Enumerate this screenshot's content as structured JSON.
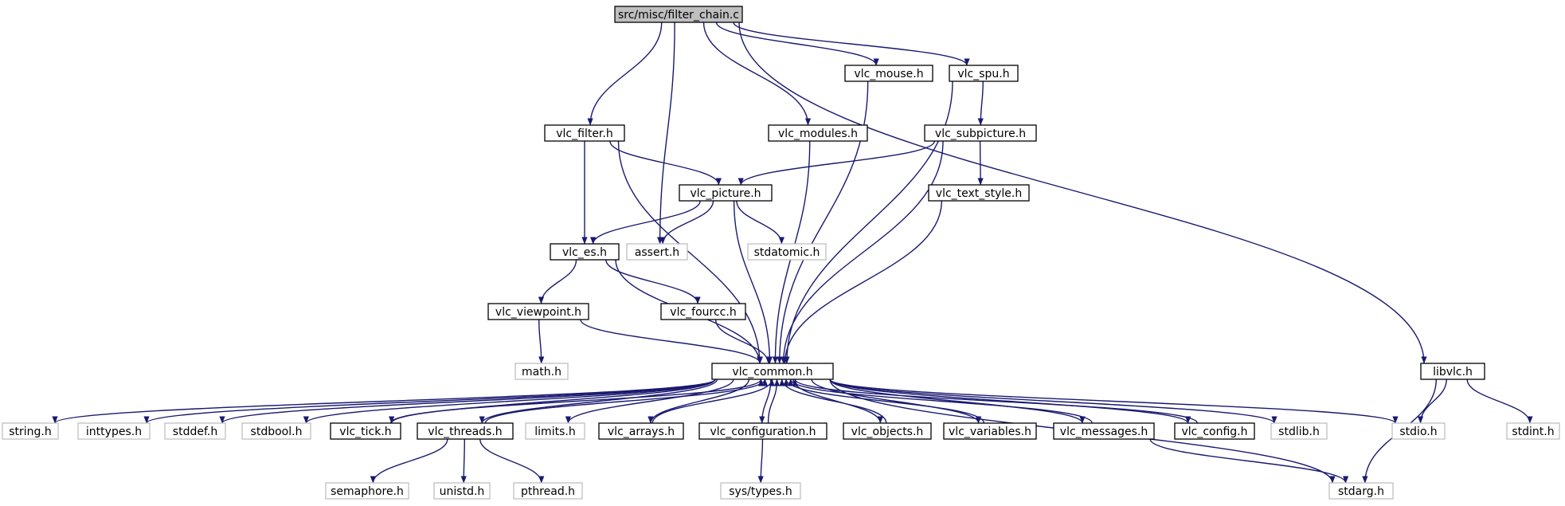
{
  "colors": {
    "edge": "#191970",
    "root_fill": "#bfbfbf",
    "node_border": "#000000",
    "system_border": "#bfbfbf"
  },
  "nodes": [
    {
      "id": "root",
      "label": "src/misc/filter_chain.c",
      "kind": "root"
    },
    {
      "id": "vlc_mouse",
      "label": "vlc_mouse.h",
      "kind": "local"
    },
    {
      "id": "vlc_spu",
      "label": "vlc_spu.h",
      "kind": "local"
    },
    {
      "id": "vlc_filter",
      "label": "vlc_filter.h",
      "kind": "local"
    },
    {
      "id": "vlc_modules",
      "label": "vlc_modules.h",
      "kind": "local"
    },
    {
      "id": "vlc_subpicture",
      "label": "vlc_subpicture.h",
      "kind": "local"
    },
    {
      "id": "vlc_picture",
      "label": "vlc_picture.h",
      "kind": "local"
    },
    {
      "id": "vlc_text_style",
      "label": "vlc_text_style.h",
      "kind": "local"
    },
    {
      "id": "vlc_es",
      "label": "vlc_es.h",
      "kind": "local"
    },
    {
      "id": "assert",
      "label": "assert.h",
      "kind": "system"
    },
    {
      "id": "stdatomic",
      "label": "stdatomic.h",
      "kind": "system"
    },
    {
      "id": "vlc_viewpoint",
      "label": "vlc_viewpoint.h",
      "kind": "local"
    },
    {
      "id": "vlc_fourcc",
      "label": "vlc_fourcc.h",
      "kind": "local"
    },
    {
      "id": "math",
      "label": "math.h",
      "kind": "system"
    },
    {
      "id": "vlc_common",
      "label": "vlc_common.h",
      "kind": "local"
    },
    {
      "id": "libvlc",
      "label": "libvlc.h",
      "kind": "local"
    },
    {
      "id": "string",
      "label": "string.h",
      "kind": "system"
    },
    {
      "id": "inttypes",
      "label": "inttypes.h",
      "kind": "system"
    },
    {
      "id": "stddef",
      "label": "stddef.h",
      "kind": "system"
    },
    {
      "id": "stdbool",
      "label": "stdbool.h",
      "kind": "system"
    },
    {
      "id": "vlc_tick",
      "label": "vlc_tick.h",
      "kind": "local"
    },
    {
      "id": "vlc_threads",
      "label": "vlc_threads.h",
      "kind": "local"
    },
    {
      "id": "limits",
      "label": "limits.h",
      "kind": "system"
    },
    {
      "id": "vlc_arrays",
      "label": "vlc_arrays.h",
      "kind": "local"
    },
    {
      "id": "vlc_configuration",
      "label": "vlc_configuration.h",
      "kind": "local"
    },
    {
      "id": "vlc_objects",
      "label": "vlc_objects.h",
      "kind": "local"
    },
    {
      "id": "vlc_variables",
      "label": "vlc_variables.h",
      "kind": "local"
    },
    {
      "id": "vlc_messages",
      "label": "vlc_messages.h",
      "kind": "local"
    },
    {
      "id": "vlc_config",
      "label": "vlc_config.h",
      "kind": "local"
    },
    {
      "id": "stdlib",
      "label": "stdlib.h",
      "kind": "system"
    },
    {
      "id": "stdio",
      "label": "stdio.h",
      "kind": "system"
    },
    {
      "id": "stdint",
      "label": "stdint.h",
      "kind": "system"
    },
    {
      "id": "semaphore",
      "label": "semaphore.h",
      "kind": "system"
    },
    {
      "id": "unistd",
      "label": "unistd.h",
      "kind": "system"
    },
    {
      "id": "pthread",
      "label": "pthread.h",
      "kind": "system"
    },
    {
      "id": "sys_types",
      "label": "sys/types.h",
      "kind": "system"
    },
    {
      "id": "stdarg",
      "label": "stdarg.h",
      "kind": "system"
    }
  ],
  "edges": [
    {
      "from": "root",
      "to": "vlc_filter"
    },
    {
      "from": "root",
      "to": "assert"
    },
    {
      "from": "root",
      "to": "vlc_modules"
    },
    {
      "from": "root",
      "to": "vlc_mouse"
    },
    {
      "from": "root",
      "to": "vlc_spu"
    },
    {
      "from": "root",
      "to": "libvlc"
    },
    {
      "from": "vlc_filter",
      "to": "vlc_es"
    },
    {
      "from": "vlc_filter",
      "to": "vlc_picture"
    },
    {
      "from": "vlc_filter",
      "to": "vlc_common"
    },
    {
      "from": "vlc_mouse",
      "to": "vlc_common"
    },
    {
      "from": "vlc_spu",
      "to": "vlc_subpicture"
    },
    {
      "from": "vlc_spu",
      "to": "vlc_common"
    },
    {
      "from": "vlc_modules",
      "to": "vlc_common"
    },
    {
      "from": "vlc_subpicture",
      "to": "vlc_picture"
    },
    {
      "from": "vlc_subpicture",
      "to": "vlc_text_style"
    },
    {
      "from": "vlc_subpicture",
      "to": "vlc_common"
    },
    {
      "from": "vlc_picture",
      "to": "vlc_es"
    },
    {
      "from": "vlc_picture",
      "to": "assert"
    },
    {
      "from": "vlc_picture",
      "to": "stdatomic"
    },
    {
      "from": "vlc_picture",
      "to": "vlc_common"
    },
    {
      "from": "vlc_text_style",
      "to": "vlc_common"
    },
    {
      "from": "vlc_es",
      "to": "vlc_viewpoint"
    },
    {
      "from": "vlc_es",
      "to": "vlc_fourcc"
    },
    {
      "from": "vlc_es",
      "to": "vlc_common"
    },
    {
      "from": "vlc_viewpoint",
      "to": "math"
    },
    {
      "from": "vlc_viewpoint",
      "to": "vlc_common"
    },
    {
      "from": "vlc_fourcc",
      "to": "vlc_common"
    },
    {
      "from": "vlc_common",
      "to": "string"
    },
    {
      "from": "vlc_common",
      "to": "inttypes"
    },
    {
      "from": "vlc_common",
      "to": "stddef"
    },
    {
      "from": "vlc_common",
      "to": "stdbool"
    },
    {
      "from": "vlc_common",
      "to": "vlc_tick"
    },
    {
      "from": "vlc_common",
      "to": "vlc_threads"
    },
    {
      "from": "vlc_common",
      "to": "limits"
    },
    {
      "from": "vlc_common",
      "to": "vlc_arrays"
    },
    {
      "from": "vlc_common",
      "to": "vlc_configuration"
    },
    {
      "from": "vlc_common",
      "to": "vlc_objects"
    },
    {
      "from": "vlc_common",
      "to": "vlc_variables"
    },
    {
      "from": "vlc_common",
      "to": "vlc_messages"
    },
    {
      "from": "vlc_common",
      "to": "vlc_config"
    },
    {
      "from": "vlc_common",
      "to": "stdlib"
    },
    {
      "from": "vlc_common",
      "to": "stdio"
    },
    {
      "from": "vlc_common",
      "to": "stdarg"
    },
    {
      "from": "vlc_tick",
      "to": "vlc_common"
    },
    {
      "from": "vlc_threads",
      "to": "vlc_common"
    },
    {
      "from": "vlc_threads",
      "to": "semaphore"
    },
    {
      "from": "vlc_threads",
      "to": "unistd"
    },
    {
      "from": "vlc_threads",
      "to": "pthread"
    },
    {
      "from": "vlc_arrays",
      "to": "vlc_common"
    },
    {
      "from": "vlc_configuration",
      "to": "vlc_common"
    },
    {
      "from": "vlc_configuration",
      "to": "sys_types"
    },
    {
      "from": "vlc_objects",
      "to": "vlc_common"
    },
    {
      "from": "vlc_variables",
      "to": "vlc_common"
    },
    {
      "from": "vlc_messages",
      "to": "vlc_common"
    },
    {
      "from": "vlc_messages",
      "to": "stdarg"
    },
    {
      "from": "vlc_config",
      "to": "vlc_common"
    },
    {
      "from": "libvlc",
      "to": "stdio"
    },
    {
      "from": "libvlc",
      "to": "stdint"
    },
    {
      "from": "libvlc",
      "to": "stdarg"
    }
  ]
}
